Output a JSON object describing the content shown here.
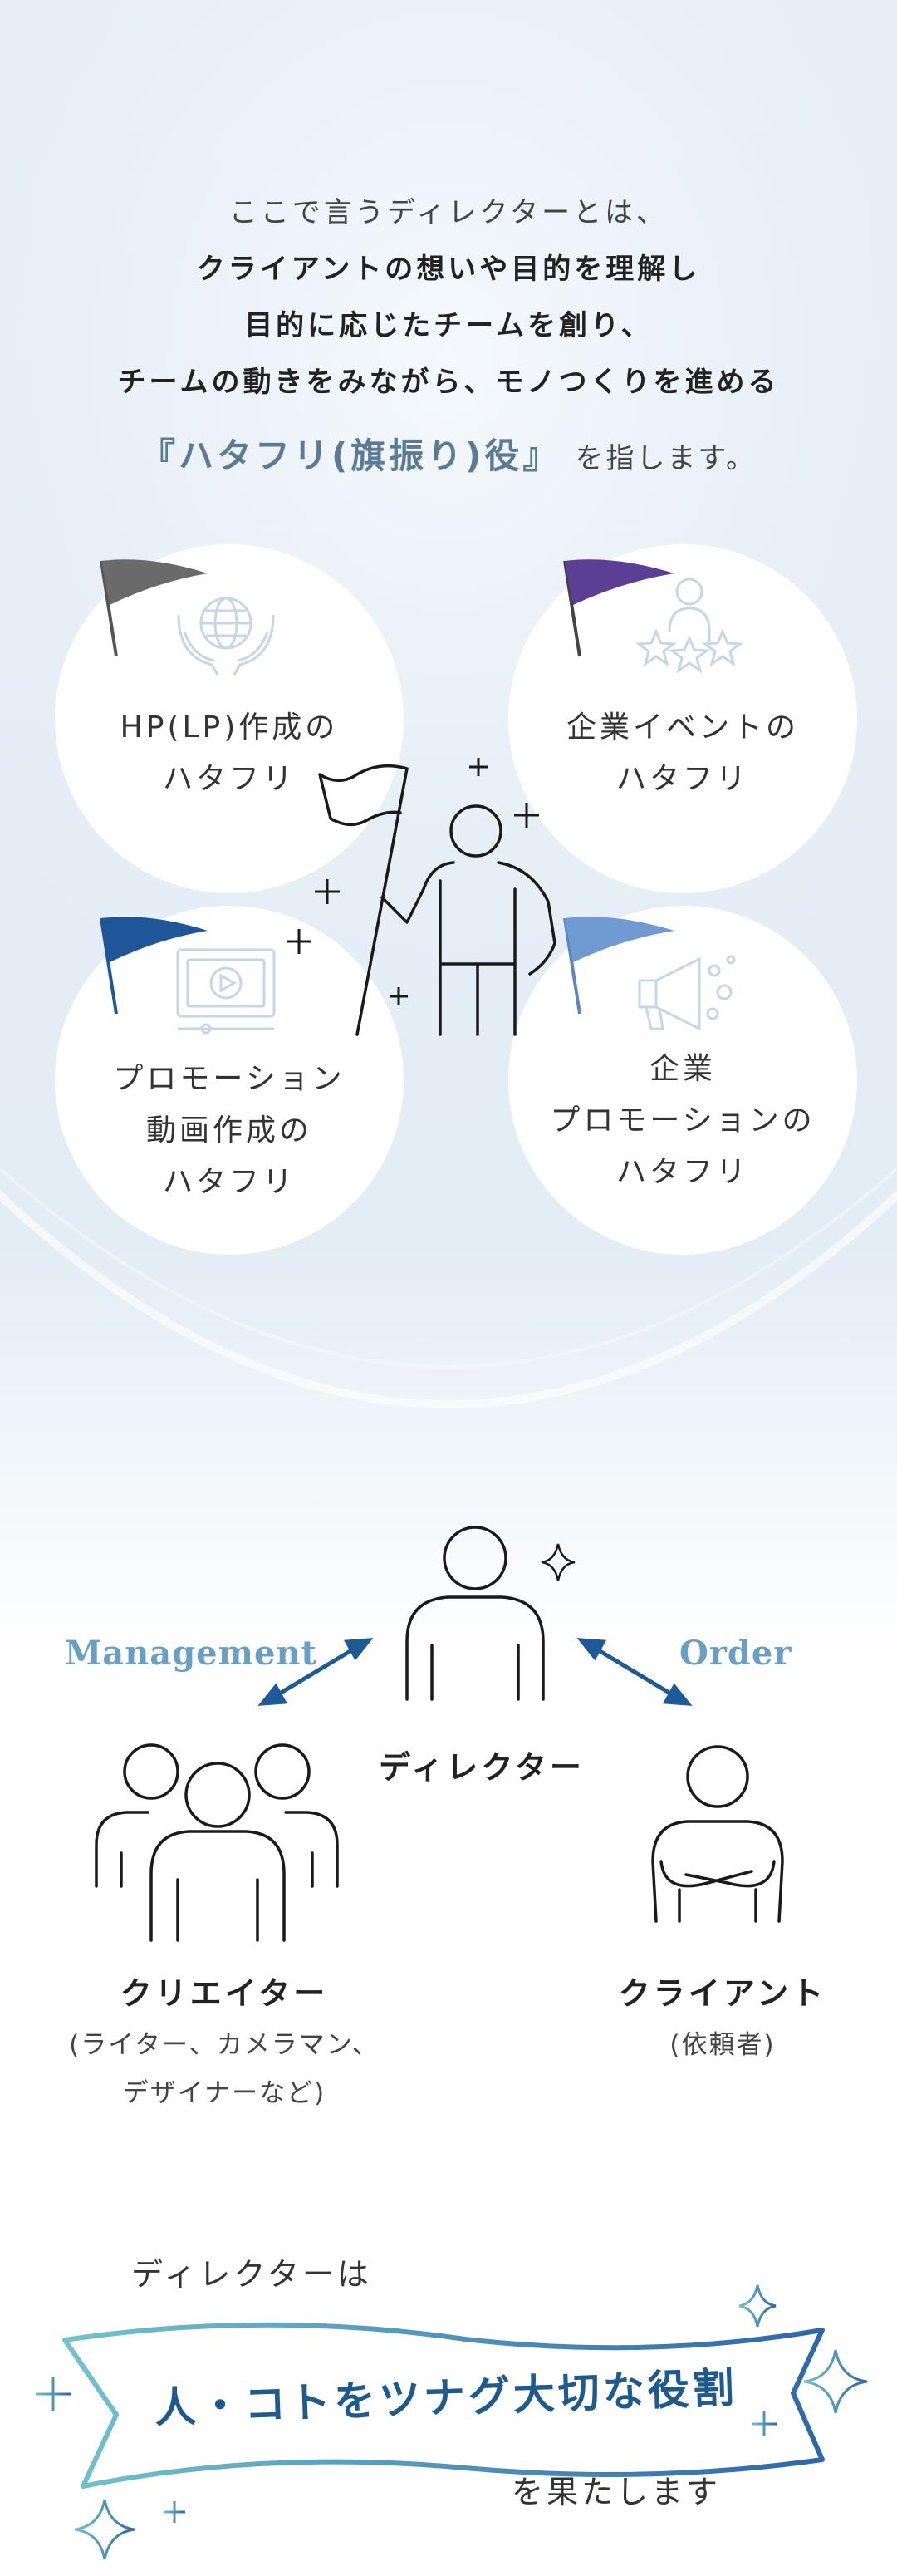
{
  "intro": {
    "lines": [
      "ここで言うディレクターとは、",
      "クライアントの想いや目的を理解し",
      "目的に応じたチームを創り、",
      "チームの動きをみながら、モノつくりを進める"
    ],
    "role_emphasis": "『ハタフリ(旗振り)役』",
    "role_suffix": "を指します。"
  },
  "services": [
    {
      "lines": [
        "HP(LP)作成の",
        "ハタフリ"
      ],
      "flag_color": "#6a6a6a",
      "icon": "globe-hands-icon"
    },
    {
      "lines": [
        "企業イベントの",
        "ハタフリ"
      ],
      "flag_color": "#5a3f95",
      "icon": "presenter-stars-icon"
    },
    {
      "lines": [
        "プロモーション",
        "動画作成の",
        "ハタフリ"
      ],
      "flag_color": "#1f5599",
      "icon": "video-player-icon"
    },
    {
      "lines": [
        "企業",
        "プロモーションの",
        "ハタフリ"
      ],
      "flag_color": "#6f9bd2",
      "icon": "megaphone-icon"
    }
  ],
  "relations": {
    "management": "Management",
    "order": "Order",
    "director": "ディレクター",
    "creator": "クリエイター",
    "creator_sub": [
      "(ライター、カメラマン、",
      "デザイナーなど)"
    ],
    "client": "クライアント",
    "client_sub": "(依頼者)"
  },
  "banner": {
    "top": "ディレクターは",
    "main": "人・コトをツナグ大切な役割",
    "bottom": "を果たします"
  },
  "colors": {
    "accent_blue": "#1f5a96",
    "label_blue": "#6b9fc2",
    "banner_start": "#73c2cc",
    "banner_end": "#2f66a8"
  }
}
